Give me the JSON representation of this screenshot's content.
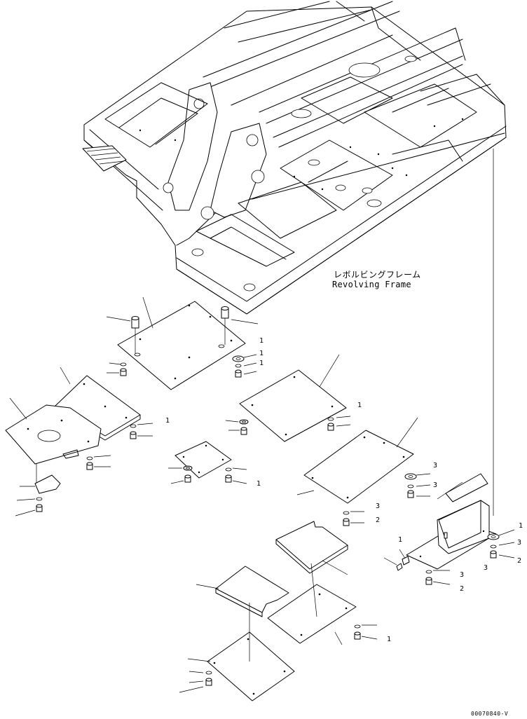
{
  "labels": {
    "frame_jp": "レボルビングフレーム",
    "frame_en": "Revolving Frame",
    "drawing_number": "00070840-V"
  },
  "callouts": [
    "1",
    "1",
    "1",
    "1",
    "1",
    "1",
    "3",
    "3",
    "2",
    "3",
    "2",
    "3",
    "3",
    "2",
    "3",
    "1",
    "1",
    "1"
  ]
}
